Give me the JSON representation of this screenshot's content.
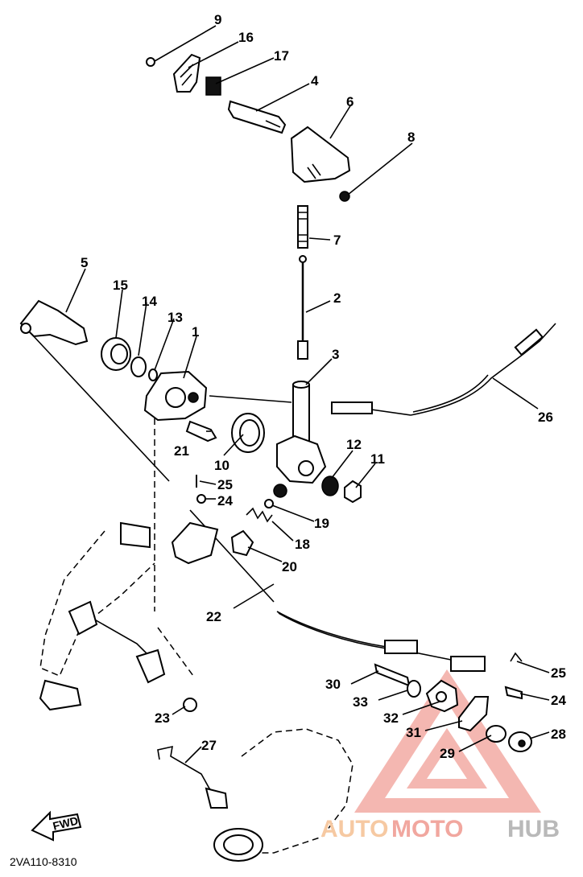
{
  "callouts": [
    {
      "id": "9",
      "label": "9"
    },
    {
      "id": "16",
      "label": "16"
    },
    {
      "id": "17",
      "label": "17"
    },
    {
      "id": "4",
      "label": "4"
    },
    {
      "id": "6",
      "label": "6"
    },
    {
      "id": "8",
      "label": "8"
    },
    {
      "id": "7",
      "label": "7"
    },
    {
      "id": "2",
      "label": "2"
    },
    {
      "id": "3",
      "label": "3"
    },
    {
      "id": "5",
      "label": "5"
    },
    {
      "id": "15",
      "label": "15"
    },
    {
      "id": "14",
      "label": "14"
    },
    {
      "id": "13",
      "label": "13"
    },
    {
      "id": "1",
      "label": "1"
    },
    {
      "id": "26",
      "label": "26"
    },
    {
      "id": "12",
      "label": "12"
    },
    {
      "id": "11",
      "label": "11"
    },
    {
      "id": "21",
      "label": "21"
    },
    {
      "id": "10",
      "label": "10"
    },
    {
      "id": "25a",
      "label": "25"
    },
    {
      "id": "24a",
      "label": "24"
    },
    {
      "id": "19",
      "label": "19"
    },
    {
      "id": "18",
      "label": "18"
    },
    {
      "id": "20",
      "label": "20"
    },
    {
      "id": "22",
      "label": "22"
    },
    {
      "id": "25b",
      "label": "25"
    },
    {
      "id": "30",
      "label": "30"
    },
    {
      "id": "24b",
      "label": "24"
    },
    {
      "id": "33",
      "label": "33"
    },
    {
      "id": "32",
      "label": "32"
    },
    {
      "id": "28",
      "label": "28"
    },
    {
      "id": "31",
      "label": "31"
    },
    {
      "id": "29",
      "label": "29"
    },
    {
      "id": "23",
      "label": "23"
    },
    {
      "id": "27",
      "label": "27"
    }
  ],
  "diagram_code": "2VA110-8310",
  "fwd_label": "FWD",
  "watermark": {
    "part1": "AUTO",
    "part2": "MOTO",
    "part3": "HUB"
  }
}
